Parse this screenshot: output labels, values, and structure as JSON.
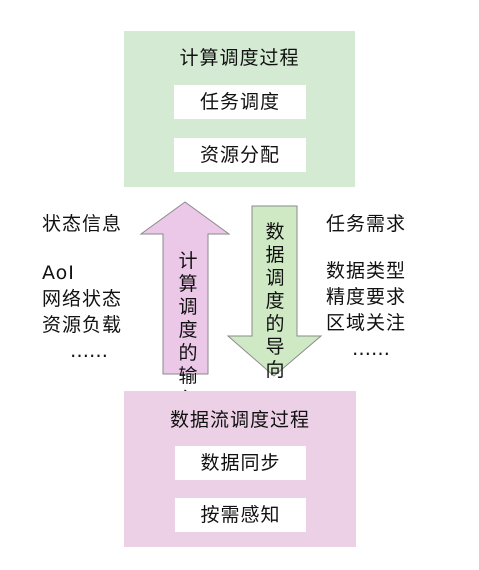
{
  "top_panel": {
    "title": "计算调度过程",
    "items": [
      "任务调度",
      "资源分配"
    ]
  },
  "bottom_panel": {
    "title": "数据流调度过程",
    "items": [
      "数据同步",
      "按需感知"
    ]
  },
  "left_side": {
    "heading": "状态信息",
    "items": [
      "AoI",
      "网络状态",
      "资源负载",
      "……"
    ]
  },
  "right_side": {
    "heading": "任务需求",
    "items": [
      "数据类型",
      "精度要求",
      "区域关注",
      "……"
    ]
  },
  "up_arrow": {
    "label": "计算调度的输入",
    "color": "#ecc8e8"
  },
  "down_arrow": {
    "label": "数据调度的导向",
    "color": "#cfe9c5"
  },
  "colors": {
    "top_panel_bg": "#d5ead3",
    "bottom_panel_bg": "#ecd0e6",
    "arrow_stroke": "#8a8a8a"
  }
}
